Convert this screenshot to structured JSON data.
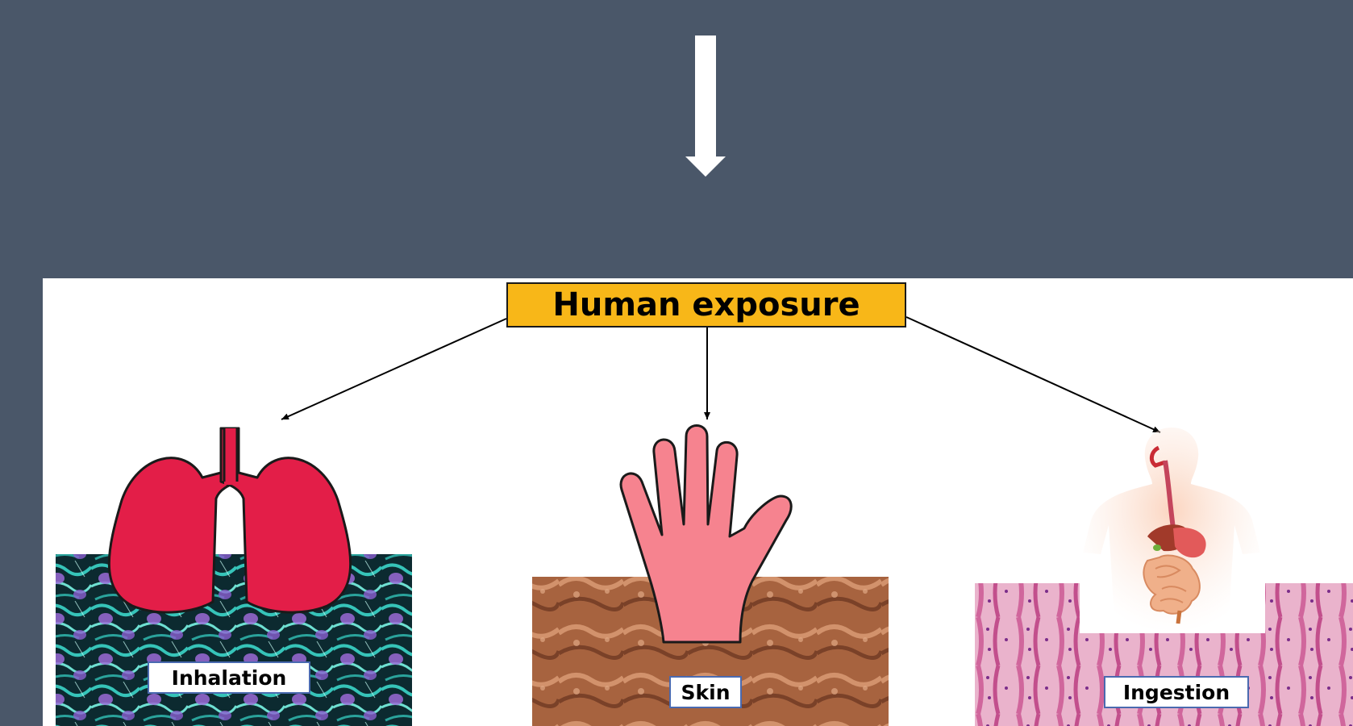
{
  "diagram": {
    "title": "Human exposure",
    "routes": [
      {
        "id": "inhalation",
        "label": "Inhalation",
        "icon": "lungs-icon"
      },
      {
        "id": "skin",
        "label": "Skin",
        "icon": "hand-icon"
      },
      {
        "id": "ingestion",
        "label": "Ingestion",
        "icon": "digestive-system-icon"
      }
    ]
  },
  "colors": {
    "background": "#4a5769",
    "title_fill": "#f8b718",
    "lungs": "#e31e48",
    "hand": "#f6838f",
    "airway_tissue": "#1f8f8c",
    "skin_tissue": "#b0704e",
    "intestine_tissue": "#e7a4c2"
  }
}
